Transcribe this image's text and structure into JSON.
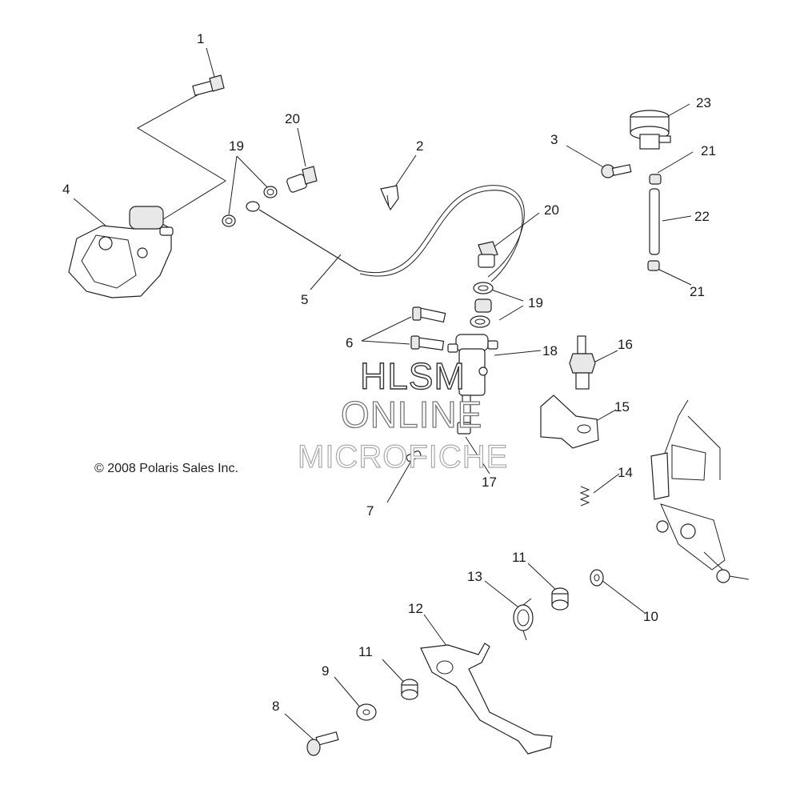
{
  "diagram": {
    "copyright": "© 2008 Polaris Sales Inc.",
    "watermark": {
      "line1": "HLSM",
      "line2": "ONLINE",
      "line3": "MICROFICHE"
    },
    "callouts": [
      {
        "id": "c1",
        "label": "1"
      },
      {
        "id": "c20a",
        "label": "20"
      },
      {
        "id": "c19a",
        "label": "19"
      },
      {
        "id": "c2",
        "label": "2"
      },
      {
        "id": "c3",
        "label": "3"
      },
      {
        "id": "c23",
        "label": "23"
      },
      {
        "id": "c21a",
        "label": "21"
      },
      {
        "id": "c22",
        "label": "22"
      },
      {
        "id": "c21b",
        "label": "21"
      },
      {
        "id": "c4",
        "label": "4"
      },
      {
        "id": "c20b",
        "label": "20"
      },
      {
        "id": "c19b",
        "label": "19"
      },
      {
        "id": "c5",
        "label": "5"
      },
      {
        "id": "c6",
        "label": "6"
      },
      {
        "id": "c18",
        "label": "18"
      },
      {
        "id": "c16",
        "label": "16"
      },
      {
        "id": "c15",
        "label": "15"
      },
      {
        "id": "c17",
        "label": "17"
      },
      {
        "id": "c7",
        "label": "7"
      },
      {
        "id": "c14",
        "label": "14"
      },
      {
        "id": "c11a",
        "label": "11"
      },
      {
        "id": "c13",
        "label": "13"
      },
      {
        "id": "c10",
        "label": "10"
      },
      {
        "id": "c12",
        "label": "12"
      },
      {
        "id": "c11b",
        "label": "11"
      },
      {
        "id": "c9",
        "label": "9"
      },
      {
        "id": "c8",
        "label": "8"
      }
    ]
  }
}
